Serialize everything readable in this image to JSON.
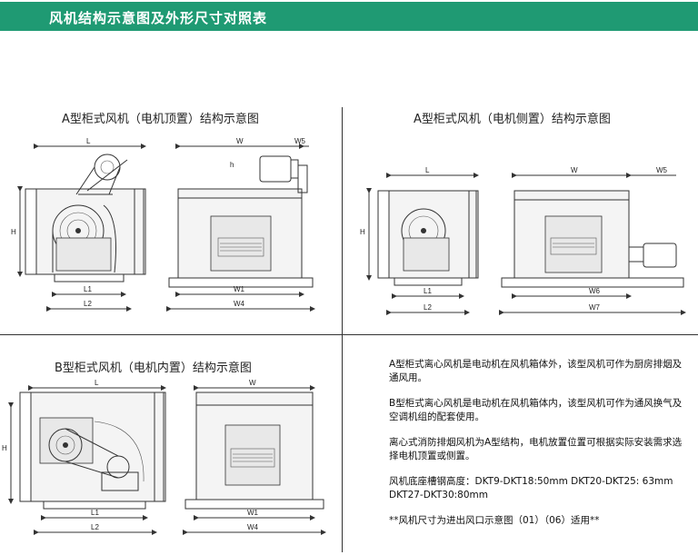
{
  "header": {
    "title": "风机结构示意图及外形尺寸对照表"
  },
  "sections": {
    "a_top": {
      "title": "A型柜式风机（电机顶置）结构示意图"
    },
    "a_side": {
      "title": "A型柜式风机（电机侧置）结构示意图"
    },
    "b_inner": {
      "title": "B型柜式风机（电机内置）结构示意图"
    }
  },
  "dims": {
    "L": "L",
    "W": "W",
    "W5": "W5",
    "H": "H",
    "h": "h",
    "L1": "L1",
    "L2": "L2",
    "W1": "W1",
    "W4": "W4",
    "W6": "W6",
    "W7": "W7"
  },
  "notes": {
    "p1": "A型柜式离心风机是电动机在风机箱体外，该型风机可作为厨房排烟及通风用。",
    "p2": "B型柜式离心风机是电动机在风机箱体内，该型风机可作为通风换气及空调机组的配套使用。",
    "p3": "离心式消防排烟风机为A型结构，电机放置位置可根据实际安装需求选择电机顶置或侧置。",
    "p4": "风机底座槽钢高度：DKT9-DKT18:50mm DKT20-DKT25: 63mm  DKT27-DKT30:80mm",
    "p5": "**风机尺寸为进出风口示意图（01）（06）适用**"
  }
}
